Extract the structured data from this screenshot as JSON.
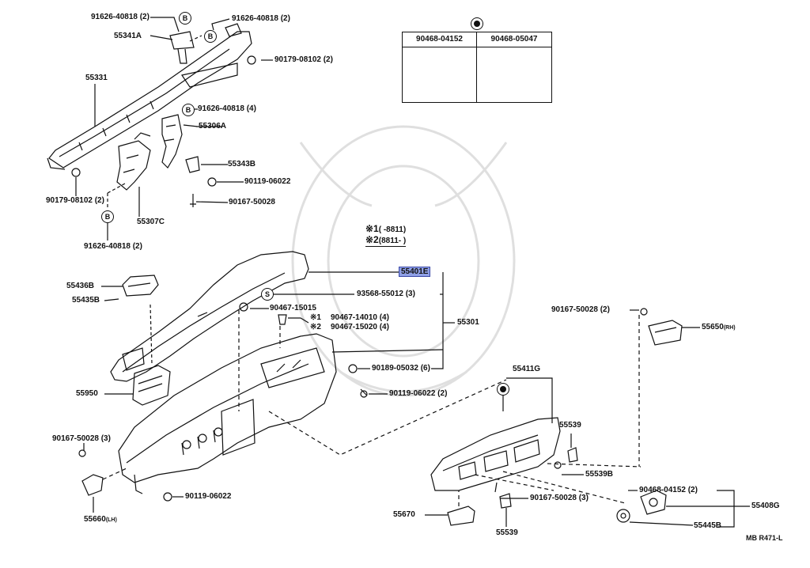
{
  "diagram": {
    "page_code": "MB R471-L",
    "inset": {
      "columns": [
        "90468-04152",
        "90468-05047"
      ]
    },
    "legend": {
      "mark1": "※1",
      "range1": "(      -8811)",
      "mark2": "※2",
      "range2": "(8811-      )"
    },
    "symbols": {
      "B": "B",
      "S": "S"
    },
    "labels": {
      "p91626_40818_2_top": "91626-40818 (2)",
      "p91626_40818_2_right": "91626-40818 (2)",
      "p55341A": "55341A",
      "p90179_08102_2_top": "90179-08102 (2)",
      "p55331": "55331",
      "p91626_40818_4": "91626-40818 (4)",
      "p55306A": "55306A",
      "p55343B": "55343B",
      "p90119_06022_top": "90119-06022",
      "p90167_50028_top": "90167-50028",
      "p90179_08102_2_bottom": "90179-08102 (2)",
      "p55307C": "55307C",
      "p91626_40818_2_bottom": "91626-40818 (2)",
      "p55401E": "55401E",
      "p55436B": "55436B",
      "p55435B": "55435B",
      "p93568_55012": "93568-55012 (3)",
      "p90467_15015": "90467-15015",
      "p90467_14010": "90467-14010 (4)",
      "p90467_15020": "90467-15020 (4)",
      "mark1": "※1",
      "mark2": "※2",
      "p55301": "55301",
      "p90189_05032": "90189-05032 (6)",
      "p90119_06022_2": "90119-06022 (2)",
      "p55950": "55950",
      "p90167_50028_3_left": "90167-50028 (3)",
      "p55660": "55660",
      "p55660_sub": "(LH)",
      "p90119_06022_bottom": "90119-06022",
      "p90167_50028_2_right": "90167-50028 (2)",
      "p55650": "55650",
      "p55650_sub": "(RH)",
      "p55411G": "55411G",
      "p55539_top": "55539",
      "p55539B": "55539B",
      "p90167_50028_3_bottom": "90167-50028 (3)",
      "p90468_04152_2": "90468-04152 (2)",
      "p55408G": "55408G",
      "p55445B": "55445B",
      "p55670": "55670",
      "p55539_bottom": "55539"
    }
  }
}
